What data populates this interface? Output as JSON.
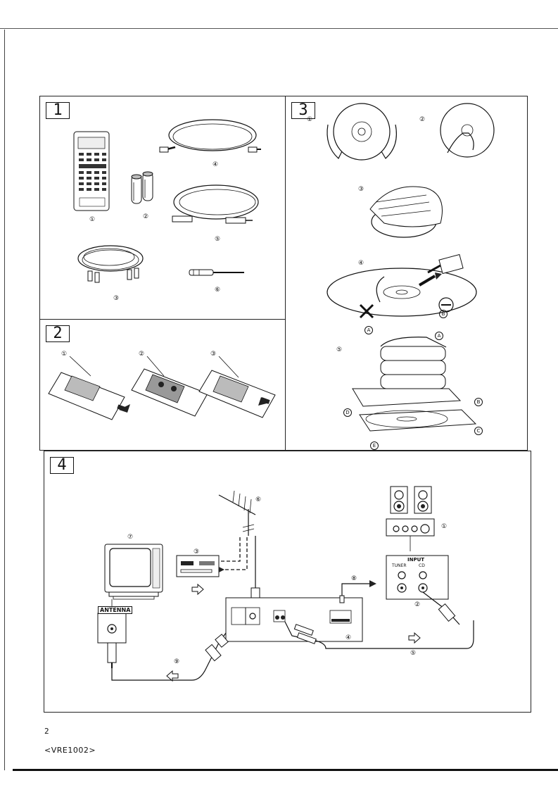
{
  "panels": {
    "p1": {
      "number": "1",
      "callouts": [
        "①",
        "②",
        "③",
        "④",
        "⑤",
        "⑥"
      ]
    },
    "p2": {
      "number": "2",
      "callouts": [
        "①",
        "②",
        "③"
      ]
    },
    "p3": {
      "number": "3",
      "callouts": [
        "①",
        "②",
        "③",
        "④",
        "⑤"
      ],
      "letters": [
        "A",
        "B",
        "C",
        "D",
        "E"
      ]
    },
    "p4": {
      "number": "4",
      "callouts": [
        "①",
        "②",
        "③",
        "④",
        "⑤",
        "⑥",
        "⑦",
        "⑧",
        "⑨"
      ],
      "labels": {
        "antenna": "ANTENNA",
        "input": "INPUT",
        "tuner": "TUNER",
        "cd": "CD"
      }
    }
  },
  "footer": {
    "page_number": "2",
    "doc_code": "<VRE1002>"
  }
}
